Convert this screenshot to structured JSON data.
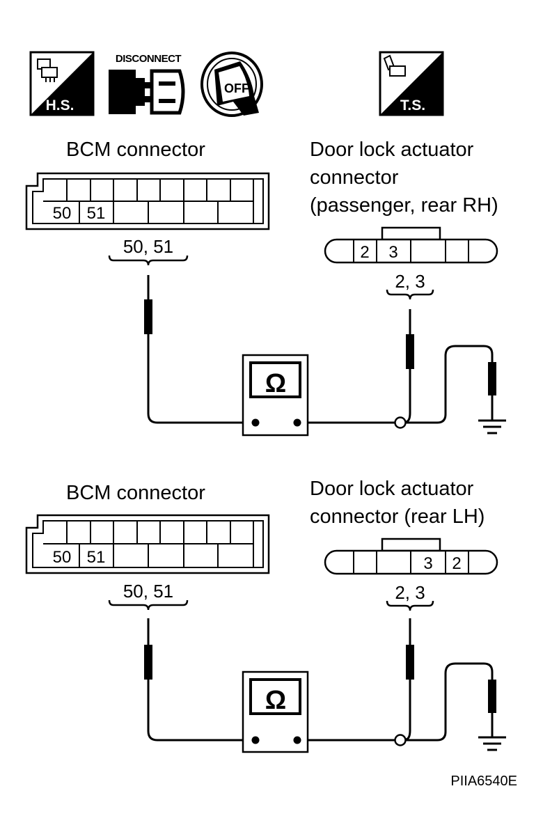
{
  "icons": {
    "harness_side": {
      "name": "harness-side-icon",
      "text": "H.S."
    },
    "disconnect": {
      "name": "disconnect-icon",
      "text": "DISCONNECT"
    },
    "ignition_off": {
      "name": "ignition-off-icon",
      "text": "OFF"
    },
    "terminal_side": {
      "name": "terminal-side-icon",
      "text": "T.S."
    }
  },
  "panels": [
    {
      "bcm_label": "BCM connector",
      "bcm_pins": [
        "50",
        "51"
      ],
      "bcm_probe_label": "50, 51",
      "actuator_label": [
        "Door lock actuator",
        "connector",
        "(passenger, rear RH)"
      ],
      "actuator_pins": [
        "2",
        "3"
      ],
      "actuator_probe_label": "2, 3",
      "meter_symbol": "Ω"
    },
    {
      "bcm_label": "BCM connector",
      "bcm_pins": [
        "50",
        "51"
      ],
      "bcm_probe_label": "50, 51",
      "actuator_label": [
        "Door lock actuator",
        "connector (rear LH)"
      ],
      "actuator_pins": [
        "3",
        "2"
      ],
      "actuator_probe_label": "2, 3",
      "meter_symbol": "Ω"
    }
  ],
  "figure_code": "PIIA6540E"
}
